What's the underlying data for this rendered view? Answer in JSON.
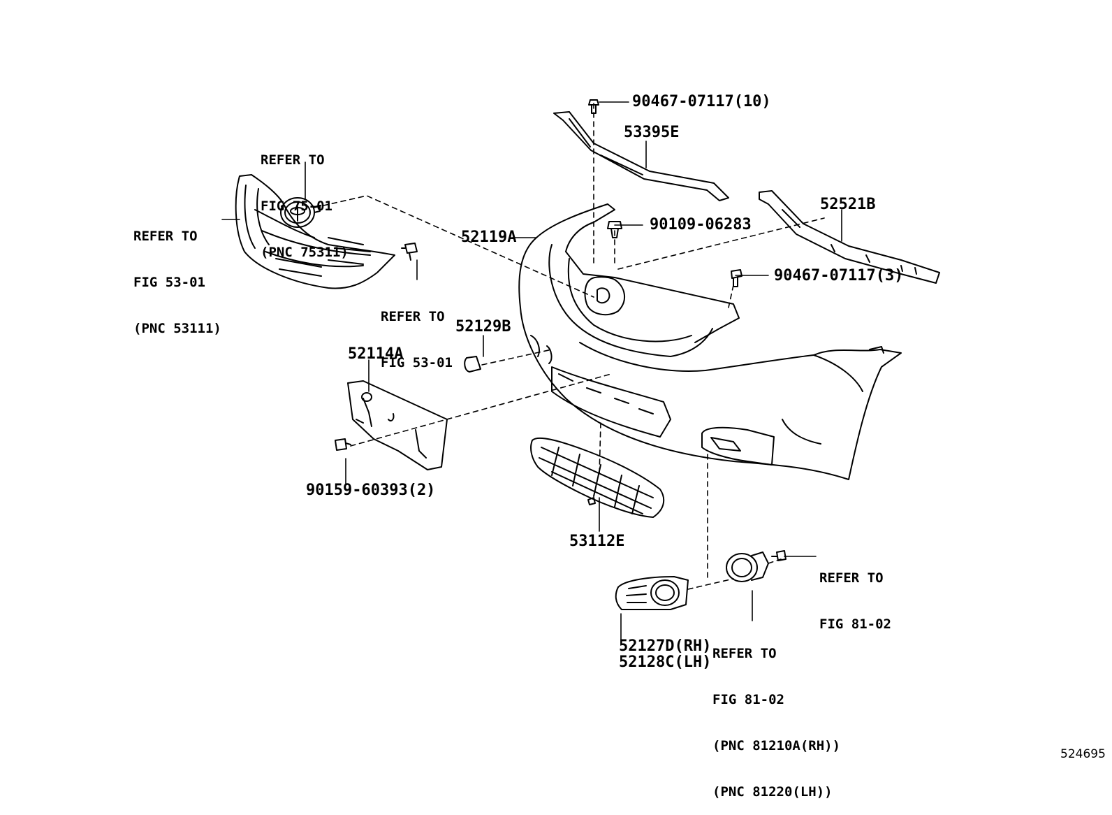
{
  "labels": {
    "p_90467_10": "90467-07117(10)",
    "p_53395E": "53395E",
    "p_52521B": "52521B",
    "p_90109": "90109-06283",
    "p_52119A": "52119A",
    "p_90467_3": "90467-07117(3)",
    "p_52129B": "52129B",
    "p_52114A": "52114A",
    "p_90159": "90159-60393(2)",
    "p_53112E": "53112E",
    "p_52127D": "52127D(RH)",
    "p_52128C": "52128C(LH)",
    "image_id": "524695"
  },
  "refs": {
    "emblem": [
      "REFER TO",
      "FIG 75-01",
      "(PNC 75311)"
    ],
    "grille": [
      "REFER TO",
      "FIG 53-01",
      "(PNC 53111)"
    ],
    "clip": [
      "REFER TO",
      "FIG 53-01"
    ],
    "screw": [
      "REFER TO",
      "FIG 81-02"
    ],
    "foglamp": [
      "REFER TO",
      "FIG 81-02",
      "(PNC 81210A(RH))",
      "(PNC 81220(LH))"
    ]
  }
}
